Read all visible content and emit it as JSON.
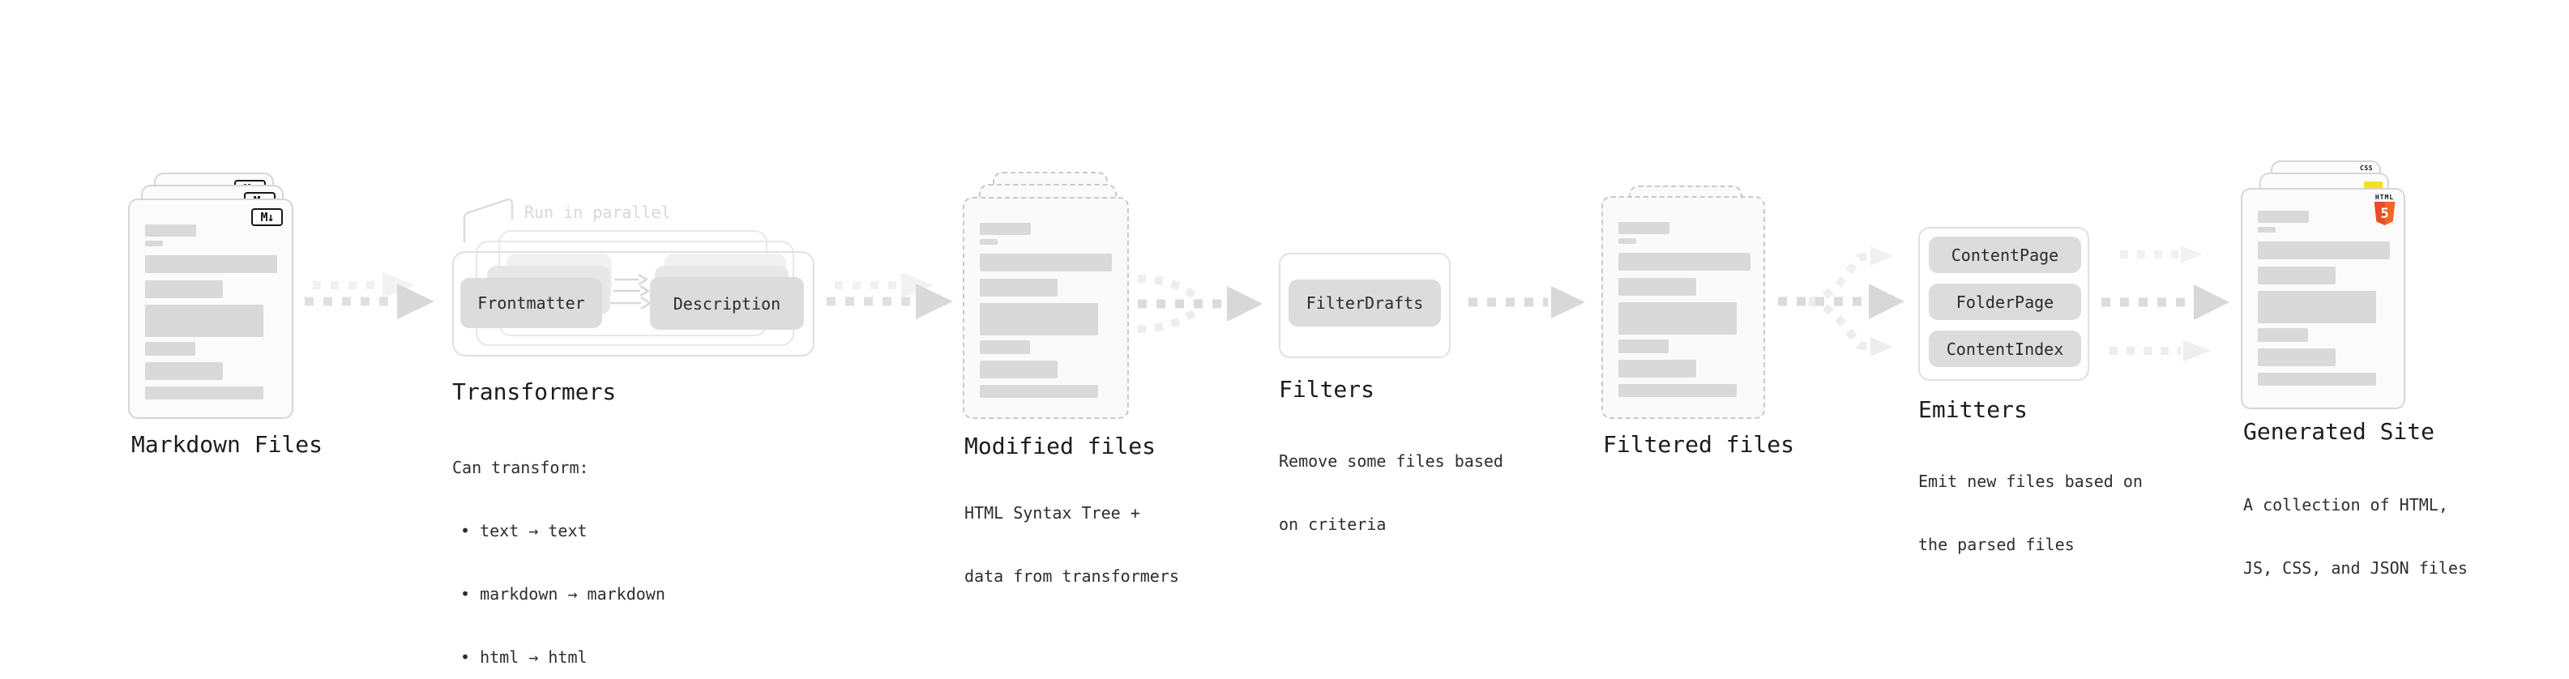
{
  "diagram": {
    "stages": {
      "markdown_files": {
        "title": "Markdown Files",
        "badge": "M↓"
      },
      "transformers": {
        "title": "Transformers",
        "annotation": "Run in parallel",
        "node_from": "Frontmatter",
        "node_to": "Description",
        "body_heading": "Can transform:",
        "bullets": [
          "• text → text",
          "• markdown → markdown",
          "• html → html"
        ]
      },
      "modified_files": {
        "title": "Modified files",
        "subtitle_line1": "HTML Syntax Tree +",
        "subtitle_line2": "data from transformers"
      },
      "filters": {
        "title": "Filters",
        "node": "FilterDrafts",
        "subtitle_line1": "Remove some files based",
        "subtitle_line2": "on criteria"
      },
      "filtered_files": {
        "title": "Filtered files"
      },
      "emitters": {
        "title": "Emitters",
        "node1": "ContentPage",
        "node2": "FolderPage",
        "node3": "ContentIndex",
        "subtitle_line1": "Emit new files based on",
        "subtitle_line2": "the parsed files"
      },
      "generated_site": {
        "title": "Generated Site",
        "subtitle_line1": "A collection of HTML,",
        "subtitle_line2": "JS, CSS, and JSON files",
        "badge_html_label": "HTML",
        "badge_html_number": "5",
        "badge_css_label": "CSS"
      }
    },
    "colors": {
      "bar_gray": "#d9d9d9",
      "node_fill": "#dcdcdc",
      "arrow_gray": "#dcdcdc",
      "html5_orange": "#e44d26",
      "js_yellow": "#f7df1e",
      "css_blue": "#2b6be8",
      "annotation_gray": "#d8d8d8"
    }
  }
}
